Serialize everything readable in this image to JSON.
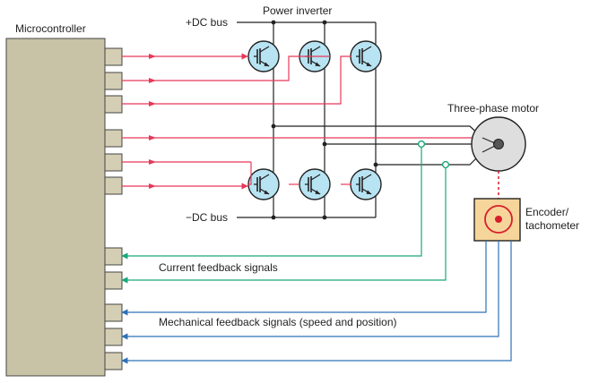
{
  "labels": {
    "microcontroller": "Microcontroller",
    "power_inverter": "Power inverter",
    "dc_bus_positive": "+DC bus",
    "dc_bus_negative": "−DC bus",
    "three_phase_motor": "Three-phase motor",
    "encoder_line1": "Encoder/",
    "encoder_line2": "tachometer",
    "current_feedback": "Current feedback signals",
    "mechanical_feedback": "Mechanical feedback signals (speed and position)"
  },
  "colors": {
    "microcontroller_fill": "#c8c2a6",
    "pin_fill": "#d4ceb4",
    "transistor_fill": "#b7e3f2",
    "encoder_fill": "#f6d59a",
    "motor_fill": "#dedede",
    "gate_signal": "#e8385a",
    "current_feedback": "#1aa77a",
    "mechanical_feedback": "#2f72b6",
    "wire": "#222222",
    "encoder_ring": "#d81e2c"
  }
}
